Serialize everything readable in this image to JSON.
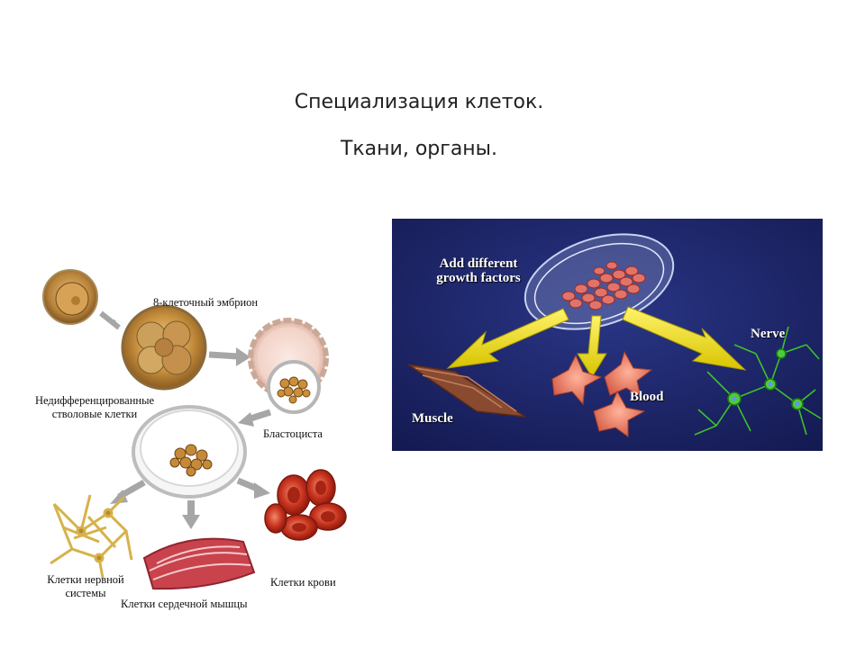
{
  "slide": {
    "title_line1": "Специализация клеток.",
    "title_line2": "Ткани, органы."
  },
  "left_diagram": {
    "embryo_label": "8-клеточный эмбрион",
    "stem_label_line1": "Недифференцированные",
    "stem_label_line2": "стволовые клетки",
    "blastocyst_label": "Бластоциста",
    "nerve_label_line1": "Клетки нервной",
    "nerve_label_line2": "системы",
    "heart_label": "Клетки сердечной мышцы",
    "blood_label": "Клетки крови"
  },
  "right_diagram": {
    "growth_line1": "Add different",
    "growth_line2": "growth factors",
    "muscle": "Muscle",
    "blood": "Blood",
    "nerve": "Nerve",
    "background_color": "#1b2466",
    "arrow_color": "#f2e400"
  }
}
